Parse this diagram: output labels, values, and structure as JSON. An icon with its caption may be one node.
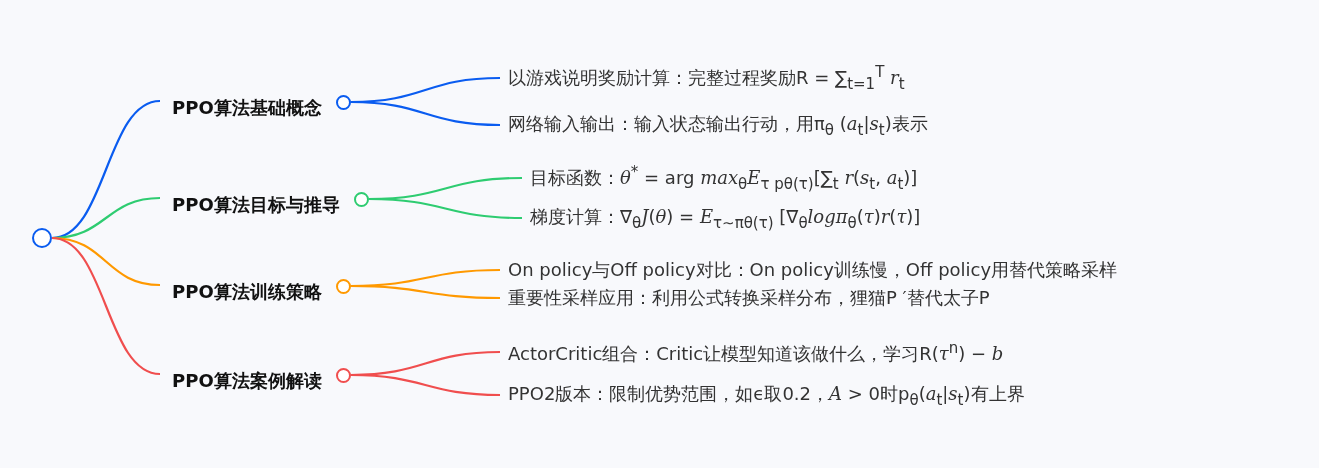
{
  "diagram": {
    "nodes": [
      {
        "text": [],
        "shape": "circle"
      },
      {
        "text": [
          "PPO算法基础概念"
        ]
      },
      {
        "text": [
          "PPO算法目标与推导"
        ]
      },
      {
        "text": [
          "PPO算法训练策略"
        ]
      },
      {
        "text": [
          "PPO算法案例解读"
        ]
      },
      {
        "text": [
          "以游戏说明奖励计算：完整过程奖励R = ∑$_{t=1}$$^{T}$ *r*$_{t}$"
        ]
      },
      {
        "text": [
          "网络输入输出：输入状态输出行动，用π$_{θ}$ (*a*$_{t}$|*s*$_{t}$)表示"
        ]
      },
      {
        "text": [
          "目标函数：*θ*$^{*}$ = arg *max*$_{θ}$*E*$_{τ pθ(τ)}$[∑$_{t}$ *r*(*s*$_{t}$, *a*$_{t}$)]"
        ]
      },
      {
        "text": [
          "梯度计算：∇$_{θ}$*J*(*θ*) = *E*$_{τ∼πθ(τ)}$ [∇$_{θ}$*logπ*$_{θ}$(*τ*)*r*(*τ*)]"
        ]
      },
      {
        "text": [
          "On policy与Off policy对比：On policy训练慢，Off policy用替代策略采样"
        ]
      },
      {
        "text": [
          "重要性采样应用：利用公式转换采样分布，狸猫P ′替代太子P"
        ]
      },
      {
        "text": [
          "ActorCritic组合：Critic让模型知道该做什么，学习R(*τ*$^{n}$) − *b*"
        ]
      },
      {
        "text": [
          "PPO2版本：限制优势范围，如ϵ取0.2，*A* > 0时p$_{θ}$(*a*$_{t}$|*s*$_{t}$)有上界"
        ]
      }
    ],
    "edges": [
      {
        "from": 0,
        "to": 1,
        "arrow": "none",
        "color": "#0a5cf0"
      },
      {
        "from": 0,
        "to": 2,
        "arrow": "none",
        "color": "#2ecc71"
      },
      {
        "from": 0,
        "to": 3,
        "arrow": "none",
        "color": "#ff9900"
      },
      {
        "from": 0,
        "to": 4,
        "arrow": "none",
        "color": "#f04e4e"
      },
      {
        "from": 1,
        "to": 5,
        "arrow": "none",
        "color": "#0a5cf0"
      },
      {
        "from": 1,
        "to": 6,
        "arrow": "none",
        "color": "#0a5cf0"
      },
      {
        "from": 2,
        "to": 7,
        "arrow": "none",
        "color": "#2ecc71"
      },
      {
        "from": 2,
        "to": 8,
        "arrow": "none",
        "color": "#2ecc71"
      },
      {
        "from": 3,
        "to": 9,
        "arrow": "none",
        "color": "#ff9900"
      },
      {
        "from": 3,
        "to": 10,
        "arrow": "none",
        "color": "#ff9900"
      },
      {
        "from": 4,
        "to": 11,
        "arrow": "none",
        "color": "#f04e4e"
      },
      {
        "from": 4,
        "to": 12,
        "arrow": "none",
        "color": "#f04e4e"
      }
    ]
  }
}
